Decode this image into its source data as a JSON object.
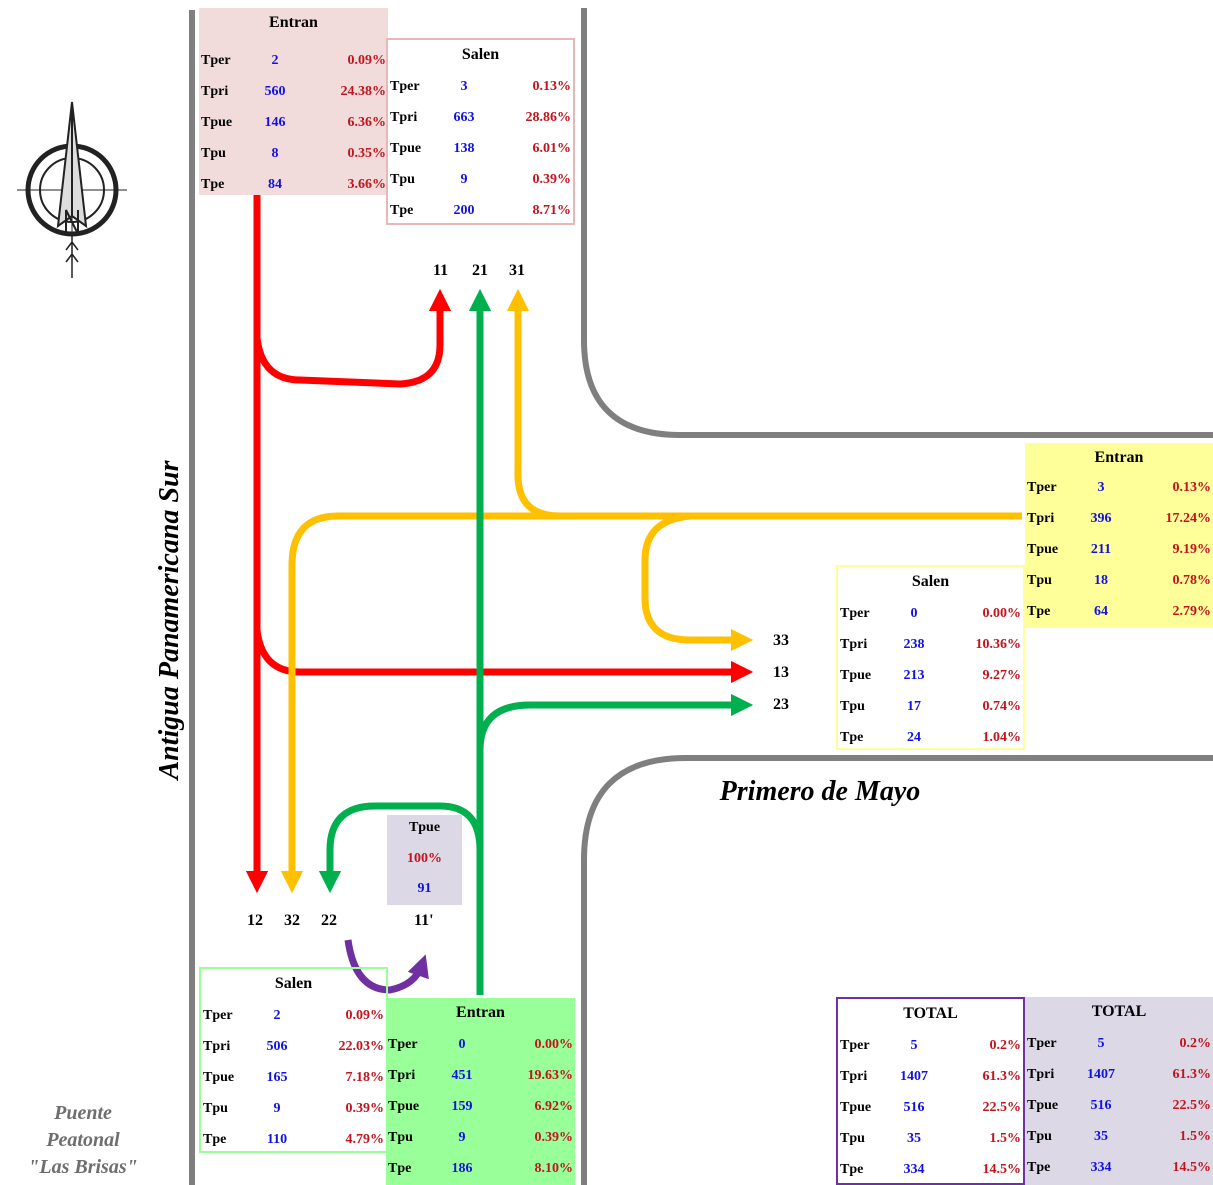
{
  "streets": {
    "vertical": "Antigua Panamericana Sur",
    "horizontal": "Primero de Mayo",
    "bridge": [
      "Puente",
      "Peatonal",
      "\"Las Brisas\""
    ]
  },
  "tables": {
    "north_in": {
      "title": "Entran",
      "rows": [
        {
          "name": "Tper",
          "count": "2",
          "pct": "0.09%"
        },
        {
          "name": "Tpri",
          "count": "560",
          "pct": "24.38%"
        },
        {
          "name": "Tpue",
          "count": "146",
          "pct": "6.36%"
        },
        {
          "name": "Tpu",
          "count": "8",
          "pct": "0.35%"
        },
        {
          "name": "Tpe",
          "count": "84",
          "pct": "3.66%"
        }
      ]
    },
    "north_out": {
      "title": "Salen",
      "rows": [
        {
          "name": "Tper",
          "count": "3",
          "pct": "0.13%"
        },
        {
          "name": "Tpri",
          "count": "663",
          "pct": "28.86%"
        },
        {
          "name": "Tpue",
          "count": "138",
          "pct": "6.01%"
        },
        {
          "name": "Tpu",
          "count": "9",
          "pct": "0.39%"
        },
        {
          "name": "Tpe",
          "count": "200",
          "pct": "8.71%"
        }
      ]
    },
    "east_in": {
      "title": "Entran",
      "rows": [
        {
          "name": "Tper",
          "count": "3",
          "pct": "0.13%"
        },
        {
          "name": "Tpri",
          "count": "396",
          "pct": "17.24%"
        },
        {
          "name": "Tpue",
          "count": "211",
          "pct": "9.19%"
        },
        {
          "name": "Tpu",
          "count": "18",
          "pct": "0.78%"
        },
        {
          "name": "Tpe",
          "count": "64",
          "pct": "2.79%"
        }
      ]
    },
    "east_out": {
      "title": "Salen",
      "rows": [
        {
          "name": "Tper",
          "count": "0",
          "pct": "0.00%"
        },
        {
          "name": "Tpri",
          "count": "238",
          "pct": "10.36%"
        },
        {
          "name": "Tpue",
          "count": "213",
          "pct": "9.27%"
        },
        {
          "name": "Tpu",
          "count": "17",
          "pct": "0.74%"
        },
        {
          "name": "Tpe",
          "count": "24",
          "pct": "1.04%"
        }
      ]
    },
    "south_out": {
      "title": "Salen",
      "rows": [
        {
          "name": "Tper",
          "count": "2",
          "pct": "0.09%"
        },
        {
          "name": "Tpri",
          "count": "506",
          "pct": "22.03%"
        },
        {
          "name": "Tpue",
          "count": "165",
          "pct": "7.18%"
        },
        {
          "name": "Tpu",
          "count": "9",
          "pct": "0.39%"
        },
        {
          "name": "Tpe",
          "count": "110",
          "pct": "4.79%"
        }
      ]
    },
    "south_in": {
      "title": "Entran",
      "rows": [
        {
          "name": "Tper",
          "count": "0",
          "pct": "0.00%"
        },
        {
          "name": "Tpri",
          "count": "451",
          "pct": "19.63%"
        },
        {
          "name": "Tpue",
          "count": "159",
          "pct": "6.92%"
        },
        {
          "name": "Tpu",
          "count": "9",
          "pct": "0.39%"
        },
        {
          "name": "Tpe",
          "count": "186",
          "pct": "8.10%"
        }
      ]
    },
    "total_a": {
      "title": "TOTAL",
      "rows": [
        {
          "name": "Tper",
          "count": "5",
          "pct": "0.2%"
        },
        {
          "name": "Tpri",
          "count": "1407",
          "pct": "61.3%"
        },
        {
          "name": "Tpue",
          "count": "516",
          "pct": "22.5%"
        },
        {
          "name": "Tpu",
          "count": "35",
          "pct": "1.5%"
        },
        {
          "name": "Tpe",
          "count": "334",
          "pct": "14.5%"
        }
      ]
    },
    "total_b": {
      "title": "TOTAL",
      "rows": [
        {
          "name": "Tper",
          "count": "5",
          "pct": "0.2%"
        },
        {
          "name": "Tpri",
          "count": "1407",
          "pct": "61.3%"
        },
        {
          "name": "Tpue",
          "count": "516",
          "pct": "22.5%"
        },
        {
          "name": "Tpu",
          "count": "35",
          "pct": "1.5%"
        },
        {
          "name": "Tpe",
          "count": "334",
          "pct": "14.5%"
        }
      ]
    }
  },
  "uturn_box": {
    "type": "Tpue",
    "pct": "100%",
    "count": "91"
  },
  "movement_labels": {
    "m11": "11",
    "m21": "21",
    "m31": "31",
    "m33": "33",
    "m13": "13",
    "m23": "23",
    "m12": "12",
    "m32": "32",
    "m22": "22",
    "m11p": "11'"
  },
  "colors": {
    "red": "#ff0000",
    "green": "#00b04f",
    "yellow": "#ffc000",
    "purple": "#7030a0",
    "road": "#7f7f7f",
    "north_in_bg": "#f2dcdb",
    "east_in_bg": "#ffff99",
    "south_in_bg": "#99ff99",
    "total_b_bg": "#dcd8e6",
    "count_text": "#1212e0",
    "pct_text": "#c0141e"
  },
  "icons": {
    "compass": "north-arrow-compass-icon"
  }
}
